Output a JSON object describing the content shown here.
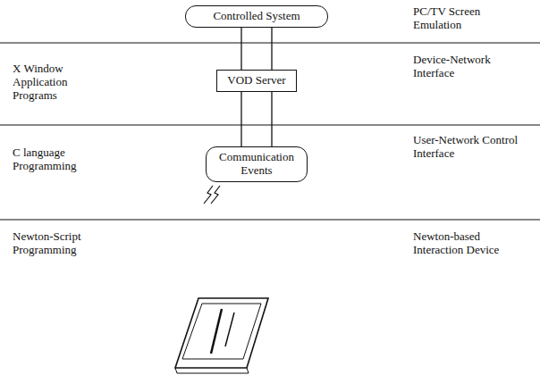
{
  "diagram": {
    "nodes": [
      {
        "text": [
          "Controlled System"
        ]
      },
      {
        "text": [
          "VOD Server"
        ]
      },
      {
        "text": [
          "Communication Events"
        ]
      }
    ],
    "edges": [
      {
        "from": 0,
        "to": 1,
        "arrow": "none"
      },
      {
        "from": 0,
        "to": 1,
        "arrow": "none"
      },
      {
        "from": 1,
        "to": 2,
        "arrow": "none"
      },
      {
        "from": 1,
        "to": 2,
        "arrow": "none"
      }
    ],
    "labels": [
      "PC/TV Screen Emulation",
      "X Window Application Programs",
      "Device-Network Interface",
      "C language Programming",
      "User-Network Control Interface",
      "Newton-Script Programming",
      "Newton-based Interaction Device"
    ]
  }
}
